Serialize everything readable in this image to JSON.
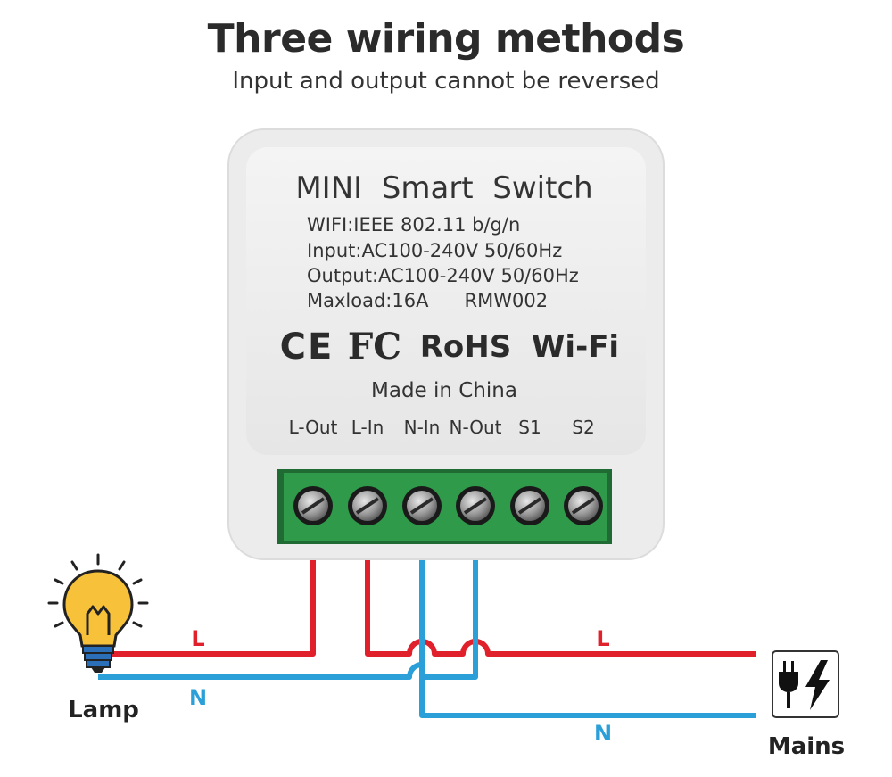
{
  "header": {
    "title": "Three wiring methods",
    "subtitle": "Input and output cannot be reversed"
  },
  "device": {
    "name": "MINI  Smart  Switch",
    "specs": [
      "WIFI:IEEE 802.11 b/g/n",
      "Input:AC100-240V 50/60Hz",
      "Output:AC100-240V 50/60Hz",
      "Maxload:16A      RMW002"
    ],
    "cert_ce": "CE",
    "cert_fc": "FC",
    "cert_rohs": "RoHS",
    "cert_wifi": "Wi-Fi",
    "made_in": "Made in China",
    "terminals": [
      "L-Out",
      "L-In",
      "N-In",
      "N-Out",
      "S1",
      "S2"
    ]
  },
  "wires": {
    "l_label_left": "L",
    "n_label_left": "N",
    "l_label_right": "L",
    "n_label_right": "N"
  },
  "labels": {
    "lamp": "Lamp",
    "mains": "Mains"
  },
  "colors": {
    "live_wire": "#e0202a",
    "neutral_wire": "#2a9fd8",
    "terminal_block": "#2e9a4a",
    "bulb": "#f7c23a"
  }
}
